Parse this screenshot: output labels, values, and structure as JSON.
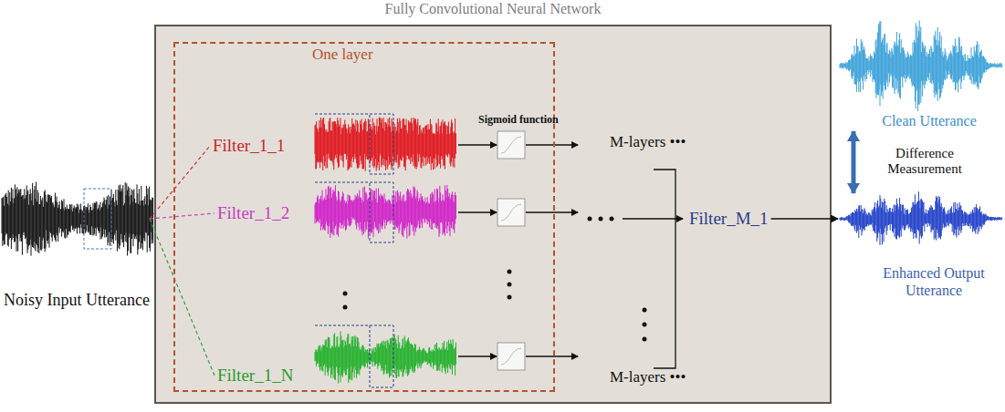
{
  "diagram": {
    "nodes": [
      {
        "text": [
          "Fully Convolutional Neural Network"
        ]
      },
      {
        "text": [
          "One layer"
        ],
        "in": 0
      },
      {
        "text": [
          "Filter_1_1"
        ],
        "in": 1
      },
      {
        "text": [
          "Filter_1_2"
        ],
        "in": 1
      },
      {
        "text": [
          "Filter_1_N"
        ],
        "in": 1
      },
      {
        "text": [
          "Filter_M_1"
        ],
        "in": 0
      },
      {
        "text": [
          "Noisy Input Utterance"
        ]
      },
      {
        "text": [
          "Clean Utterance"
        ]
      },
      {
        "text": [
          "Enhanced Output Utterance"
        ]
      }
    ],
    "edges": [
      {
        "from": 6,
        "to": 2,
        "arrow": "none"
      },
      {
        "from": 6,
        "to": 3,
        "arrow": "none"
      },
      {
        "from": 6,
        "to": 4,
        "arrow": "none"
      },
      {
        "from": 5,
        "to": 8,
        "arrow": "to"
      },
      {
        "from": 7,
        "to": 8,
        "arrow": "both",
        "label": "Difference Measurement"
      }
    ],
    "labels": [
      "Sigmoid function",
      "M-layers •••",
      "M-layers •••"
    ]
  }
}
